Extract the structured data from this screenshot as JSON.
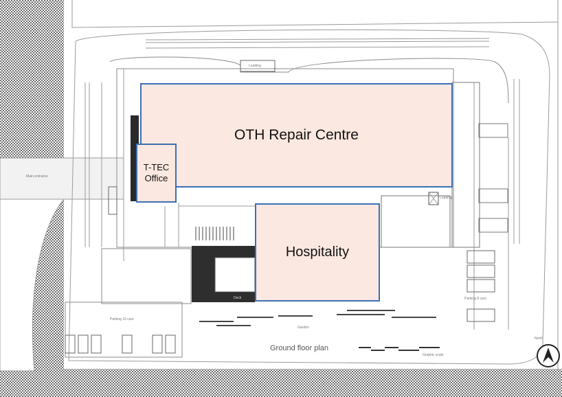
{
  "zones": {
    "oth_repair_centre": "OTH Repair Centre",
    "ttec_office": "T-TEC\nOffice",
    "hospitality": "Hospitality"
  },
  "caption": "Ground floor plan",
  "small_labels": {
    "main_entrance": "Main entrance",
    "loading_top": "Loading",
    "loading_right": "Loading",
    "parking_left": "Parking 10 cars",
    "parking_right": "Parking 8 cars",
    "garden": "Garden",
    "deck": "Deck",
    "north": "North",
    "graphic_scale": "Graphic scale"
  },
  "colors": {
    "zone_fill": "#fbe8e0",
    "zone_border": "#3d6fb5"
  }
}
